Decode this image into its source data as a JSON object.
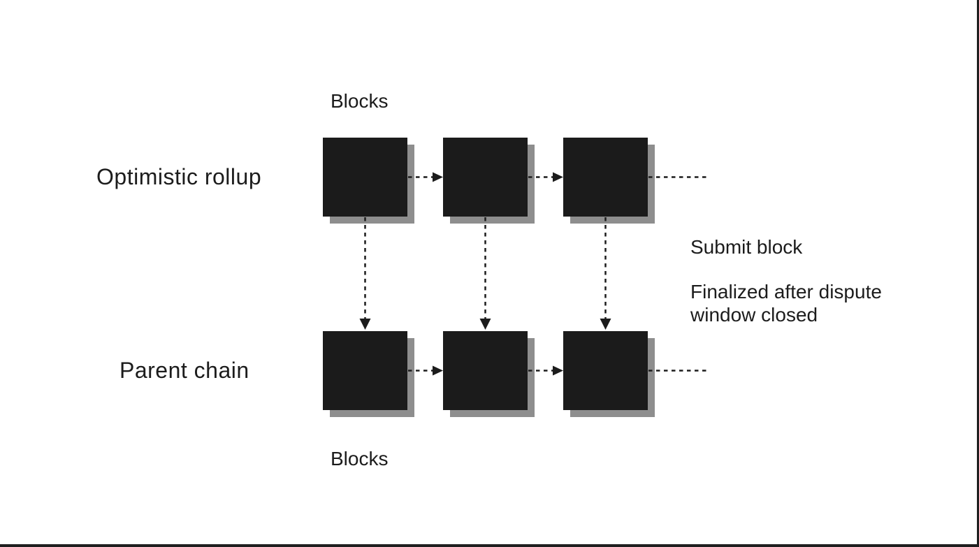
{
  "labels": {
    "top_blocks": "Blocks",
    "bottom_blocks": "Blocks",
    "row_top": "Optimistic rollup",
    "row_bottom": "Parent chain",
    "submit_block": "Submit block",
    "finalized": "Finalized after dispute\nwindow closed"
  },
  "rows": [
    {
      "name": "Optimistic rollup",
      "block_count": 3
    },
    {
      "name": "Parent chain",
      "block_count": 3
    }
  ],
  "colors": {
    "background": "#ffffff",
    "block_fill": "#1b1b1b",
    "block_shadow": "#8e8e8e",
    "text": "#1c1c1c",
    "connector": "#1c1c1c",
    "frame": "#1f1f1f"
  }
}
